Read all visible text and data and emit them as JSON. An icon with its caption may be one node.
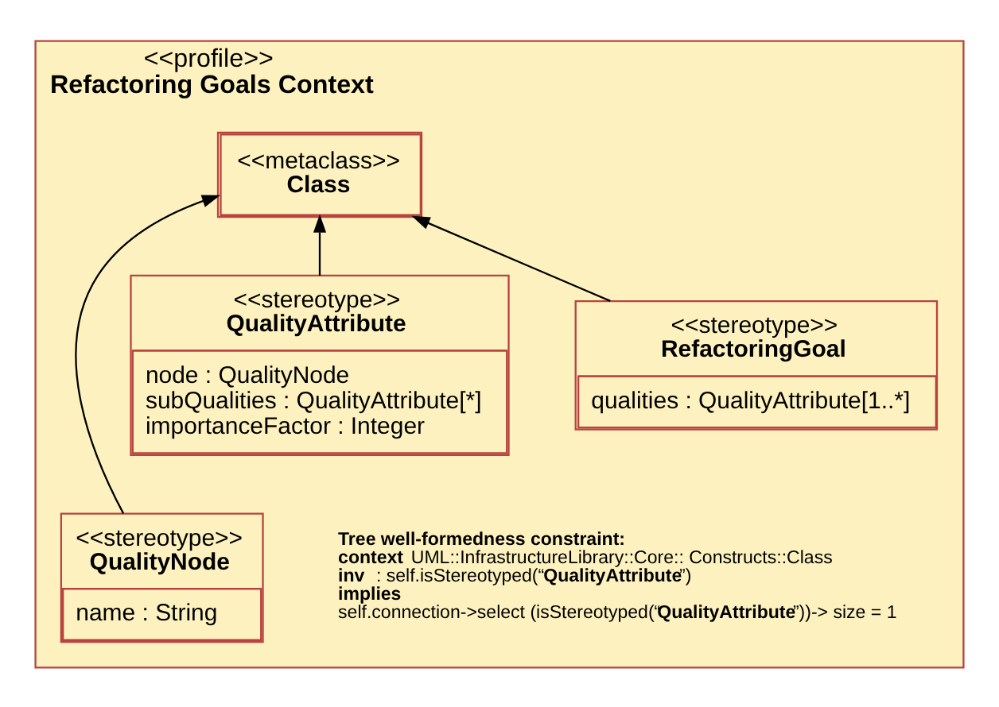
{
  "diagram": {
    "nodes": [
      {
        "text": [
          "<<profile>>",
          "Refactoring Goals Context"
        ]
      },
      {
        "text": [
          "<<metaclass>>",
          "Class"
        ],
        "in": 0
      },
      {
        "text": [
          "<<stereotype>>",
          "RefactoringGoal",
          "qualities : QualityAttribute[1..*]"
        ],
        "in": 0
      },
      {
        "text": [
          "<<stereotype>>",
          "QualityAttribute",
          "node : QualityNode",
          "subQualities : QualityAttribute[*]",
          "importanceFactor : Integer"
        ],
        "in": 0
      },
      {
        "text": [
          "<<stereotype>>",
          "QualityNode",
          "name : String"
        ],
        "in": 0
      }
    ],
    "edges": [
      {
        "from": 2,
        "to": 1,
        "arrow": "to"
      },
      {
        "from": 4,
        "to": 1,
        "arrow": "to"
      },
      {
        "from": 3,
        "to": 1,
        "arrow": "to"
      }
    ],
    "labels": [
      "Tree well-formedness constraint:",
      "**context** UML::InfrastructureLibrary::Core:: Constructs::Class",
      "**inv** : self.isStereotyped(“**QualityAttribute**”)",
      "implies",
      "self.connection->select (isStereotyped(“**QualityAttribute**”))-> size = 1"
    ]
  }
}
